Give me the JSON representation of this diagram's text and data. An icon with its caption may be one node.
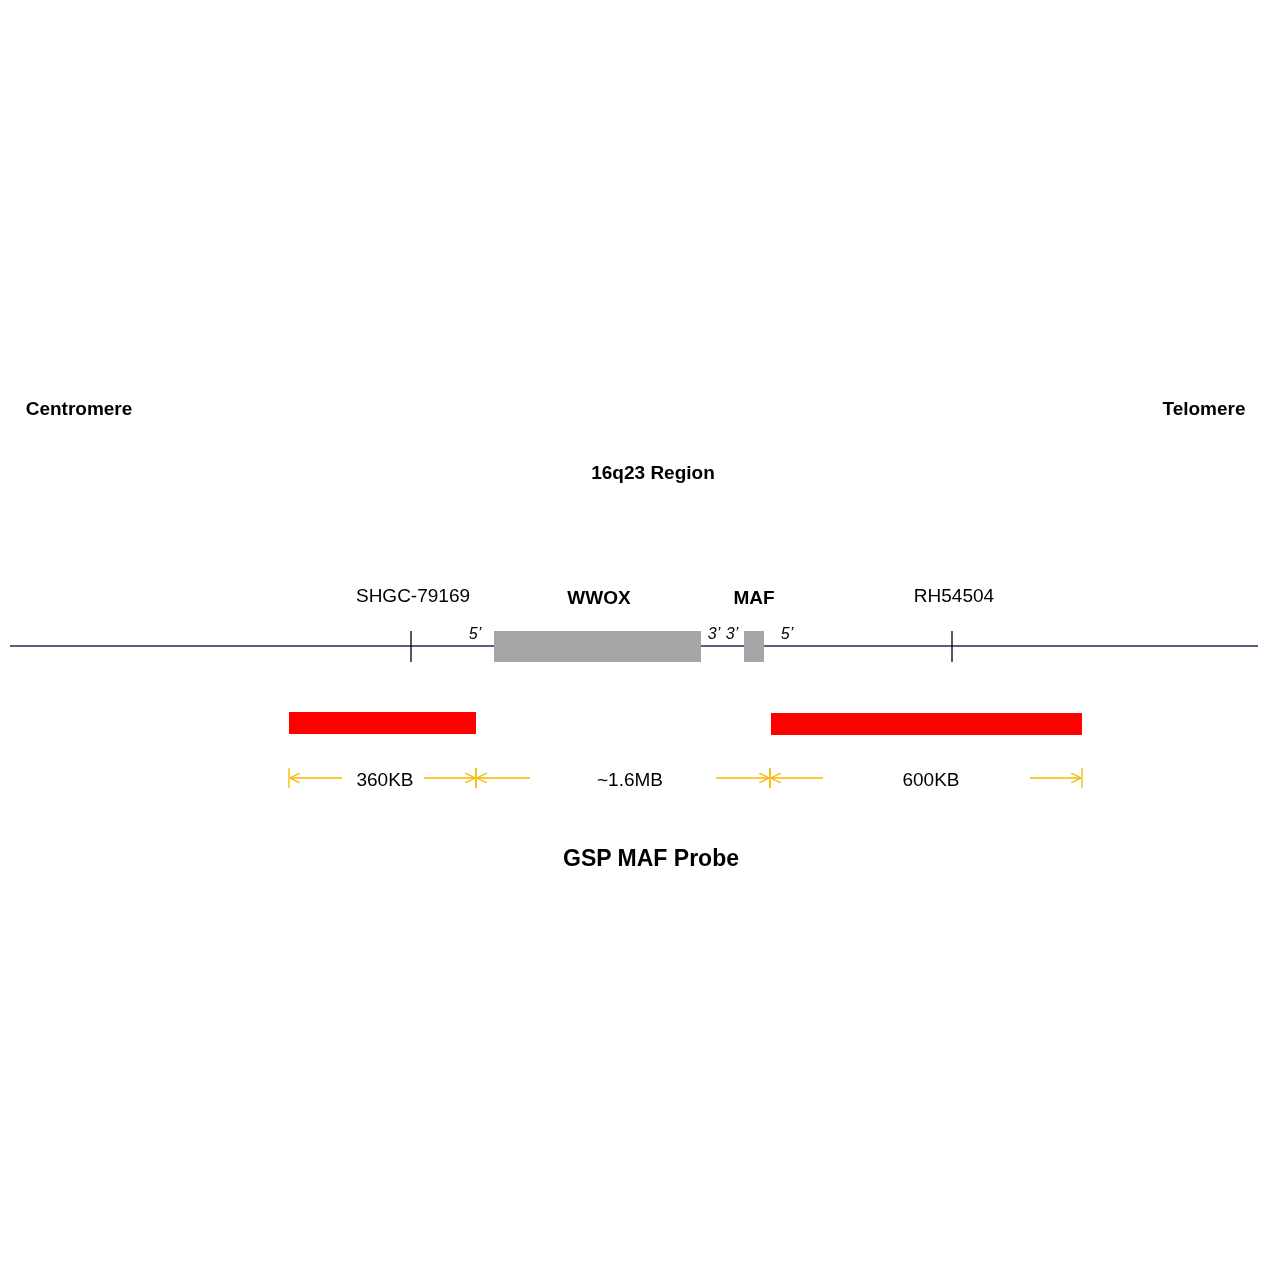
{
  "diagram": {
    "title": "16q23 Region",
    "caption": "GSP MAF Probe",
    "nodes": [
      {
        "text": [
          "WWOX"
        ]
      },
      {
        "text": [
          "MAF"
        ]
      },
      {
        "text": [],
        "shape": "bar"
      },
      {
        "text": [],
        "shape": "bar"
      }
    ],
    "edges": [],
    "labels": [
      "Centromere",
      "Telomere",
      "SHGC-79169",
      "RH54504",
      "5’",
      "3’",
      "3’",
      "5’",
      "360KB",
      "~1.6MB",
      "600KB"
    ]
  }
}
